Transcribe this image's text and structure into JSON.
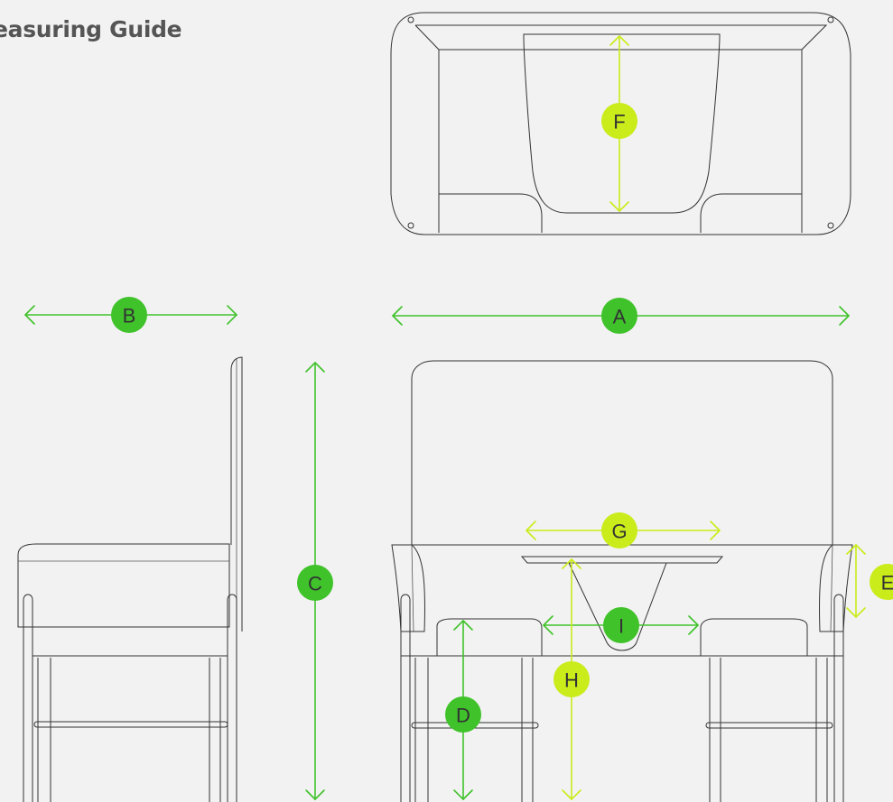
{
  "title": "easuring Guide",
  "colors": {
    "background": "#f2f2f2",
    "dimension_dark": "#3fc22a",
    "dimension_light": "#c9ec1a",
    "line": "#333333"
  },
  "dimensions": {
    "A": "A",
    "B": "B",
    "C": "C",
    "D": "D",
    "E": "E",
    "F": "F",
    "G": "G",
    "H": "H",
    "I": "I"
  }
}
